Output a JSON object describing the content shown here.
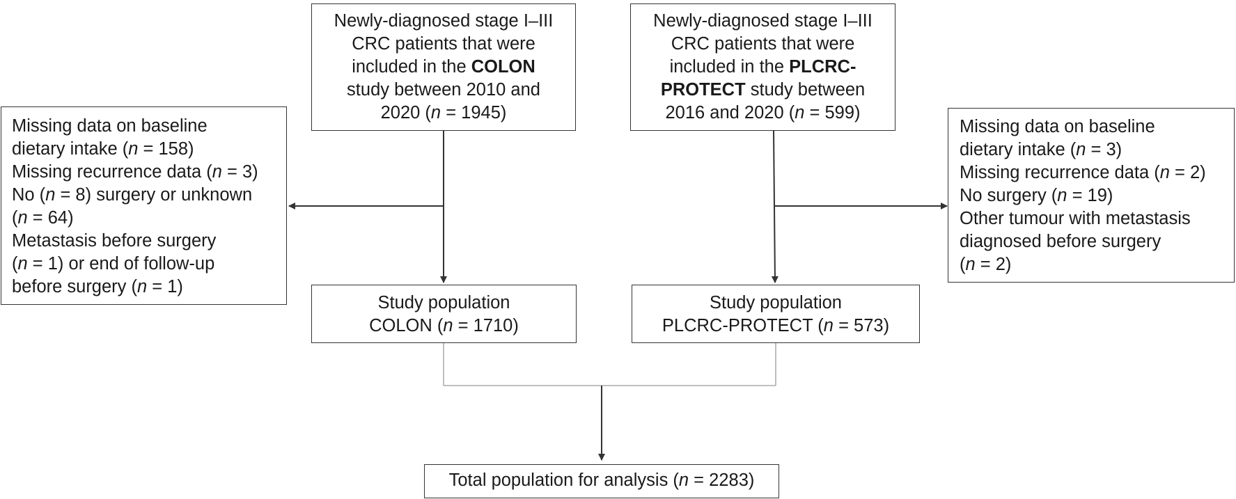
{
  "boxes": {
    "colon_source": {
      "lines": [
        [
          {
            "t": "Newly-diagnosed stage I–III"
          }
        ],
        [
          {
            "t": "CRC patients that were"
          }
        ],
        [
          {
            "t": "included in the "
          },
          {
            "t": "COLON",
            "b": true
          }
        ],
        [
          {
            "t": "study between 2010 and"
          }
        ],
        [
          {
            "t": "2020 ("
          },
          {
            "t": "n",
            "i": true
          },
          {
            "t": " = 1945)"
          }
        ]
      ]
    },
    "plcrc_source": {
      "lines": [
        [
          {
            "t": "Newly-diagnosed stage I–III"
          }
        ],
        [
          {
            "t": "CRC patients that were"
          }
        ],
        [
          {
            "t": "included in the "
          },
          {
            "t": "PLCRC-",
            "b": true
          }
        ],
        [
          {
            "t": "PROTECT",
            "b": true
          },
          {
            "t": " study between"
          }
        ],
        [
          {
            "t": "2016 and 2020 ("
          },
          {
            "t": "n",
            "i": true
          },
          {
            "t": " = 599)"
          }
        ]
      ]
    },
    "colon_exclusions": {
      "lines": [
        [
          {
            "t": "Missing data on baseline"
          }
        ],
        [
          {
            "t": "dietary intake ("
          },
          {
            "t": "n",
            "i": true
          },
          {
            "t": " = 158)"
          }
        ],
        [
          {
            "t": "Missing recurrence data ("
          },
          {
            "t": "n",
            "i": true
          },
          {
            "t": " = 3)"
          }
        ],
        [
          {
            "t": "No ("
          },
          {
            "t": "n",
            "i": true
          },
          {
            "t": " = 8) surgery or unknown"
          }
        ],
        [
          {
            "t": "("
          },
          {
            "t": "n",
            "i": true
          },
          {
            "t": " = 64)"
          }
        ],
        [
          {
            "t": "Metastasis before surgery"
          }
        ],
        [
          {
            "t": "("
          },
          {
            "t": "n",
            "i": true
          },
          {
            "t": " = 1) or end of follow-up"
          }
        ],
        [
          {
            "t": "before surgery ("
          },
          {
            "t": "n",
            "i": true
          },
          {
            "t": " = 1)"
          }
        ]
      ]
    },
    "plcrc_exclusions": {
      "lines": [
        [
          {
            "t": "Missing data on baseline"
          }
        ],
        [
          {
            "t": "dietary intake ("
          },
          {
            "t": "n",
            "i": true
          },
          {
            "t": " = 3)"
          }
        ],
        [
          {
            "t": "Missing recurrence data ("
          },
          {
            "t": "n",
            "i": true
          },
          {
            "t": " = 2)"
          }
        ],
        [
          {
            "t": "No surgery ("
          },
          {
            "t": "n",
            "i": true
          },
          {
            "t": " = 19)"
          }
        ],
        [
          {
            "t": "Other tumour with metastasis"
          }
        ],
        [
          {
            "t": "diagnosed before surgery"
          }
        ],
        [
          {
            "t": "("
          },
          {
            "t": "n",
            "i": true
          },
          {
            "t": " = 2)"
          }
        ]
      ]
    },
    "colon_study_population": {
      "lines": [
        [
          {
            "t": "Study population"
          }
        ],
        [
          {
            "t": "COLON ("
          },
          {
            "t": "n",
            "i": true
          },
          {
            "t": " = 1710)"
          }
        ]
      ]
    },
    "plcrc_study_population": {
      "lines": [
        [
          {
            "t": "Study population"
          }
        ],
        [
          {
            "t": "PLCRC-PROTECT ("
          },
          {
            "t": "n",
            "i": true
          },
          {
            "t": " = 573)"
          }
        ]
      ]
    },
    "total_population": {
      "lines": [
        [
          {
            "t": "Total population for analysis ("
          },
          {
            "t": "n",
            "i": true
          },
          {
            "t": " = 2283)"
          }
        ]
      ]
    }
  },
  "colors": {
    "box_border": "#333333",
    "text": "#1a1a1a",
    "connector": "#333333",
    "connector_light": "#9a9a9a"
  }
}
